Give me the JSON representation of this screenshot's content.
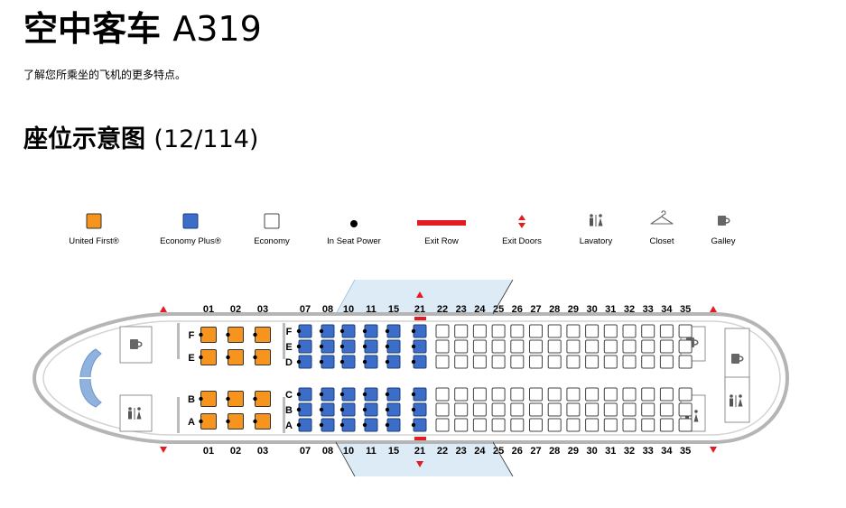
{
  "header": {
    "title": "空中客车",
    "model": "A319",
    "subtitle": "了解您所乘坐的飞机的更多特点。"
  },
  "seat_map": {
    "heading": "座位示意图",
    "count": "(12/114)",
    "legend": [
      {
        "label": "United First®",
        "icon": "first-seat-icon"
      },
      {
        "label": "Economy Plus®",
        "icon": "economy-plus-seat-icon"
      },
      {
        "label": "Economy",
        "icon": "economy-seat-icon"
      },
      {
        "label": "In Seat Power",
        "icon": "power-dot-icon"
      },
      {
        "label": "Exit Row",
        "icon": "exit-row-bar-icon"
      },
      {
        "label": "Exit Doors",
        "icon": "exit-door-arrows-icon"
      },
      {
        "label": "Lavatory",
        "icon": "lavatory-icon"
      },
      {
        "label": "Closet",
        "icon": "closet-hanger-icon"
      },
      {
        "label": "Galley",
        "icon": "galley-cup-icon"
      }
    ],
    "first_rows": [
      "01",
      "02",
      "03"
    ],
    "plus_rows": [
      "07",
      "08",
      "10",
      "11",
      "15",
      "21"
    ],
    "economy_rows": [
      "22",
      "23",
      "24",
      "25",
      "26",
      "27",
      "28",
      "29",
      "30",
      "31",
      "32",
      "33",
      "34",
      "35"
    ],
    "first_top_letters": [
      "F",
      "E"
    ],
    "first_bottom_letters": [
      "B",
      "A"
    ],
    "econ_top_letters": [
      "F",
      "E",
      "D"
    ],
    "econ_bottom_letters": [
      "C",
      "B",
      "A"
    ],
    "exit_row": "21",
    "colors": {
      "first": "#f7941d",
      "plus": "#3b6dc9",
      "economy": "#ffffff",
      "exit": "#e31b23",
      "fuselage": "#b5b5b5",
      "wing": "#dcebf6"
    }
  }
}
